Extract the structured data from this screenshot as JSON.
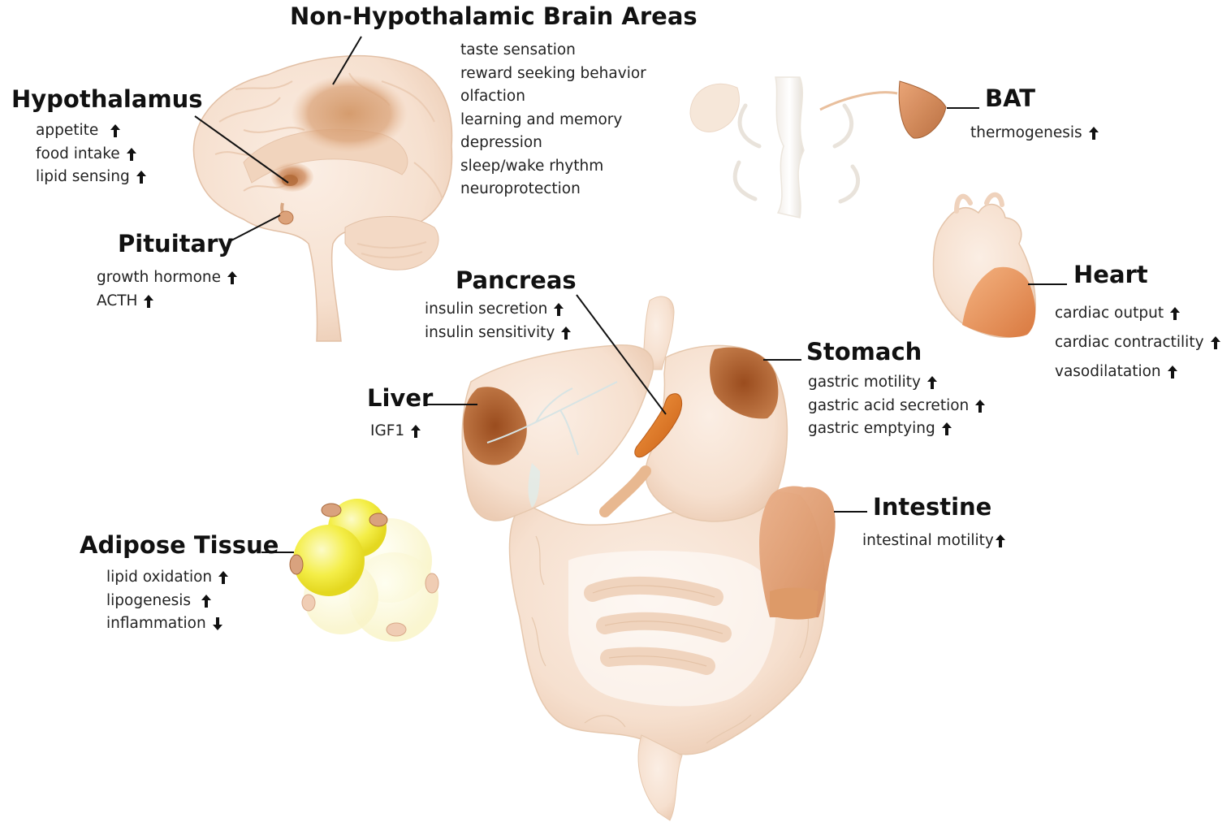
{
  "colors": {
    "tissue": "#f7e3d3",
    "tissue_shadow": "#e8c6ac",
    "highlight_light": "#d99868",
    "highlight_dark": "#a85a2a",
    "pancreas": "#e27a2a",
    "adipose_yellow": "#f5ef3a"
  },
  "diagram": {
    "non_hypothalamic": {
      "title": "Non-Hypothalamic Brain Areas",
      "items": [
        "taste sensation",
        "reward seeking behavior",
        "olfaction",
        "learning and memory",
        "depression",
        "sleep/wake rhythm",
        "neuroprotection"
      ]
    },
    "hypothalamus": {
      "title": "Hypothalamus",
      "items": [
        {
          "label": "appetite",
          "direction": "up"
        },
        {
          "label": "food intake",
          "direction": "up"
        },
        {
          "label": "lipid sensing",
          "direction": "up"
        }
      ]
    },
    "pituitary": {
      "title": "Pituitary",
      "items": [
        {
          "label": "growth hormone",
          "direction": "up"
        },
        {
          "label": "ACTH",
          "direction": "up"
        }
      ]
    },
    "bat": {
      "title": "BAT",
      "items": [
        {
          "label": "thermogenesis",
          "direction": "up"
        }
      ]
    },
    "heart": {
      "title": "Heart",
      "items": [
        {
          "label": "cardiac output",
          "direction": "up"
        },
        {
          "label": "cardiac contractility",
          "direction": "up"
        },
        {
          "label": "vasodilatation",
          "direction": "up"
        }
      ]
    },
    "pancreas": {
      "title": "Pancreas",
      "items": [
        {
          "label": "insulin secretion",
          "direction": "up"
        },
        {
          "label": "insulin sensitivity",
          "direction": "up"
        }
      ]
    },
    "stomach": {
      "title": "Stomach",
      "items": [
        {
          "label": "gastric motility",
          "direction": "up"
        },
        {
          "label": "gastric acid secretion",
          "direction": "up"
        },
        {
          "label": "gastric emptying",
          "direction": "up"
        }
      ]
    },
    "liver": {
      "title": "Liver",
      "items": [
        {
          "label": "IGF1",
          "direction": "up"
        }
      ]
    },
    "intestine": {
      "title": "Intestine",
      "items": [
        {
          "label": "intestinal motility",
          "direction": "up"
        }
      ]
    },
    "adipose": {
      "title": "Adipose Tissue",
      "items": [
        {
          "label": "lipid oxidation",
          "direction": "up"
        },
        {
          "label": "lipogenesis",
          "direction": "up"
        },
        {
          "label": "inflammation",
          "direction": "down"
        }
      ]
    }
  }
}
